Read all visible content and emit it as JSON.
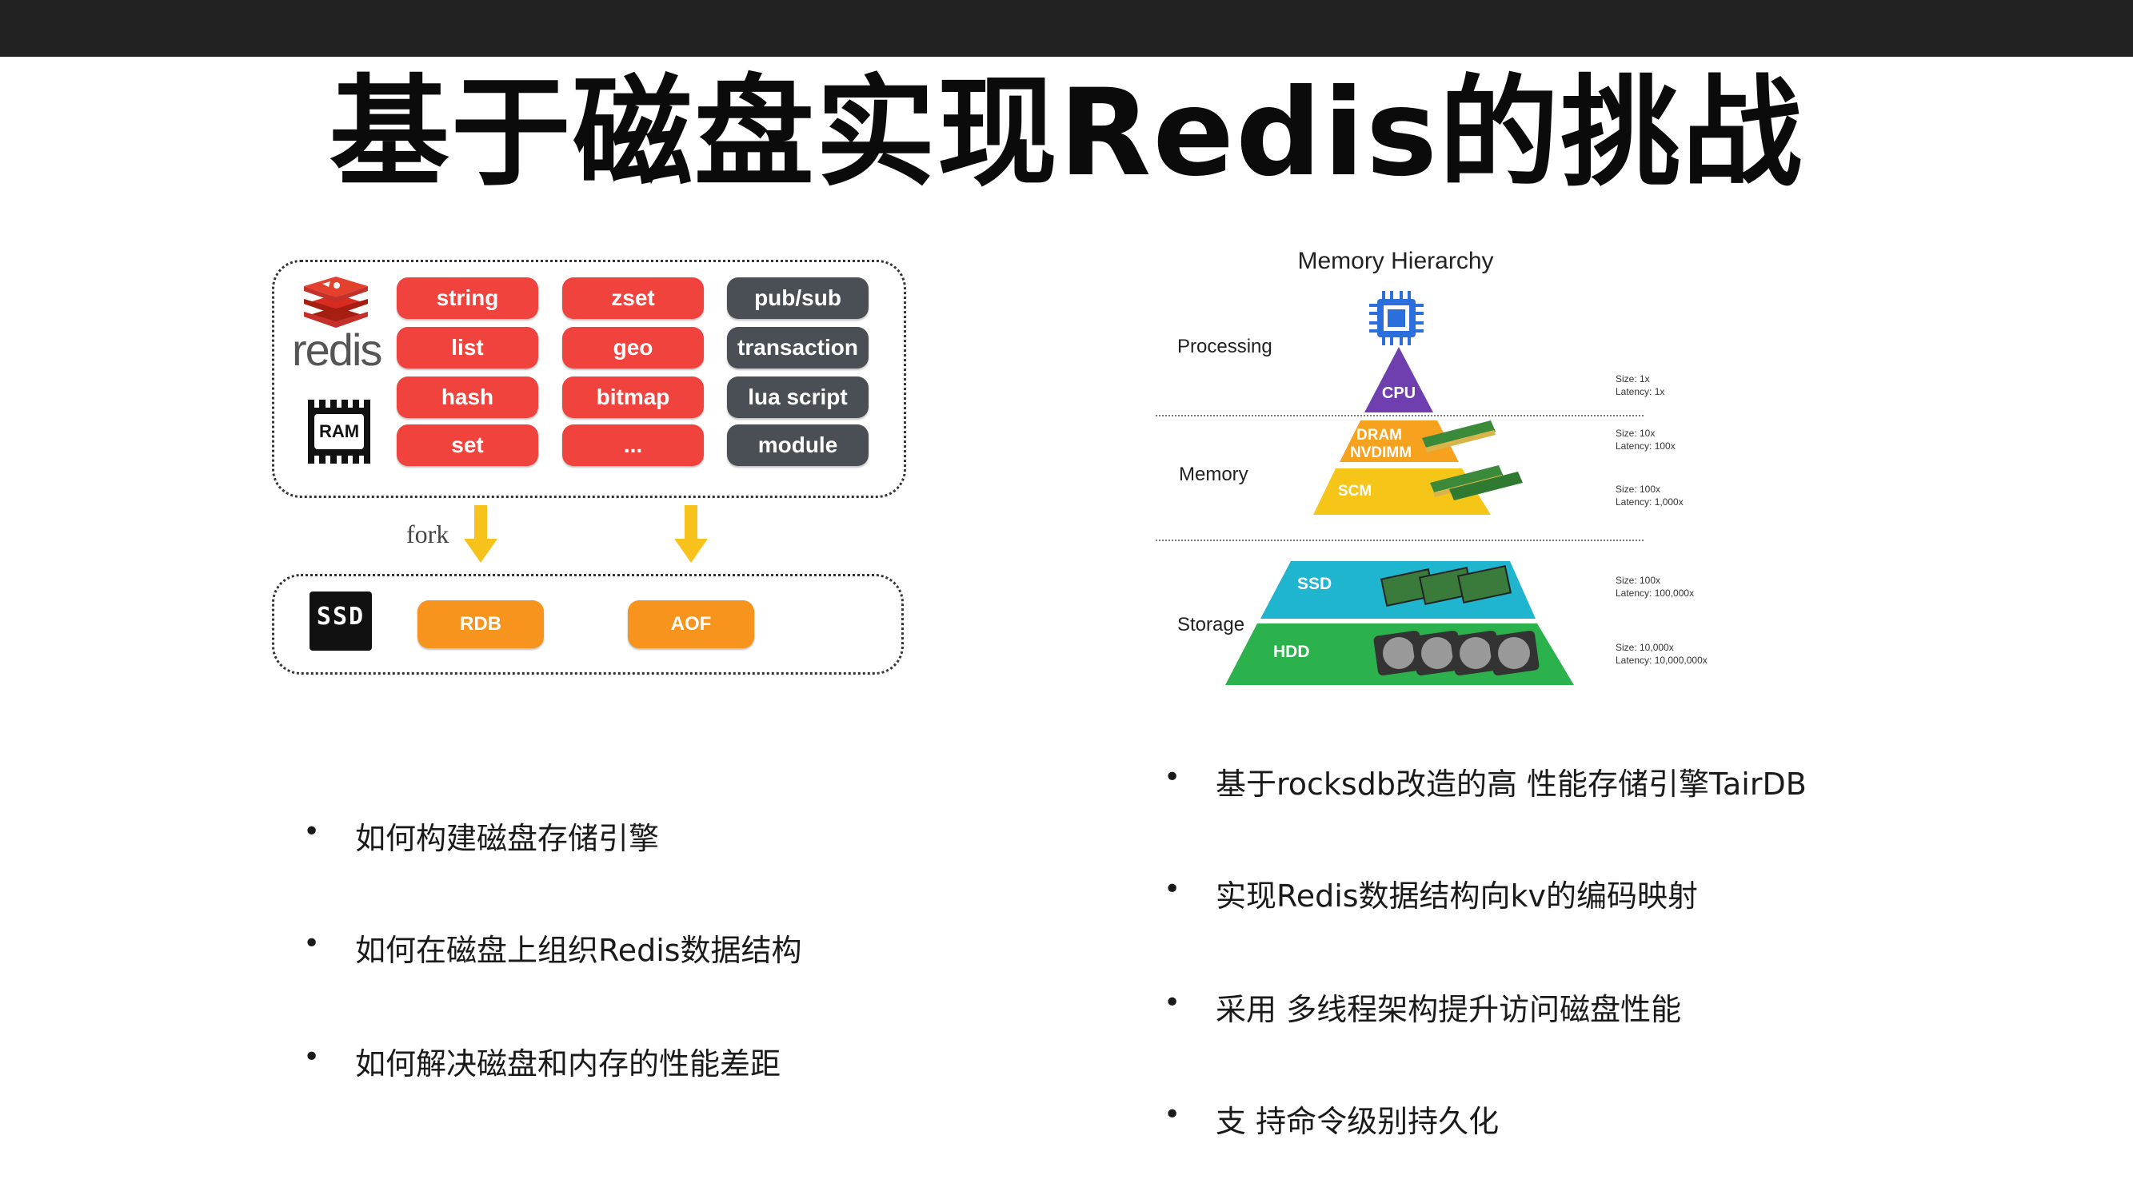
{
  "title": "基于磁盘实现Redis的挑战",
  "redis_diagram": {
    "logo_text": "redis",
    "ram_label": "RAM",
    "ssd_label": "SSD",
    "fork_label": "fork",
    "types_col1": [
      "string",
      "list",
      "hash",
      "set"
    ],
    "types_col2": [
      "zset",
      "geo",
      "bitmap",
      "..."
    ],
    "features": [
      "pub/sub",
      "transaction",
      "lua script",
      "module"
    ],
    "persist": [
      "RDB",
      "AOF"
    ]
  },
  "memory_hierarchy": {
    "title": "Memory Hierarchy",
    "groups": [
      "Processing",
      "Memory",
      "Storage"
    ],
    "tiers": [
      "CPU",
      "DRAM",
      "NVDIMM",
      "SCM",
      "SSD",
      "HDD"
    ],
    "notes": [
      [
        "Size: 1x",
        "Latency: 1x"
      ],
      [
        "Size: 10x",
        "Latency: 100x"
      ],
      [
        "Size: 100x",
        "Latency: 1,000x"
      ],
      [
        "Size: 100x",
        "Latency: 100,000x"
      ],
      [
        "Size: 10,000x",
        "Latency: 10,000,000x"
      ]
    ],
    "colors": {
      "cpu": "#6f3fb0",
      "dram": "#f6a21e",
      "scm": "#f5c518",
      "ssd": "#1fb5cf",
      "hdd": "#2bb24c"
    }
  },
  "left_bullets": [
    "如何构建磁盘存储引擎",
    "如何在磁盘上组织Redis数据结构",
    "如何解决磁盘和内存的性能差距"
  ],
  "right_bullets": [
    "基于rocksdb改造的高 性能存储引擎TairDB",
    "实现Redis数据结构向kv的编码映射",
    "采用 多线程架构提升访问磁盘性能",
    "支 持命令级别持久化"
  ]
}
